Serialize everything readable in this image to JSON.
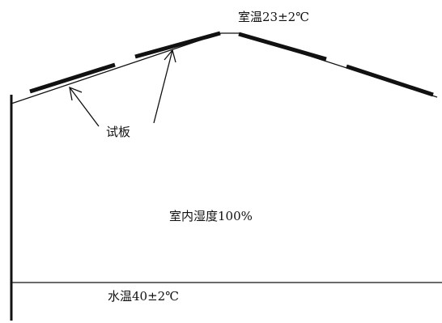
{
  "labels": {
    "room_temperature": "室温23±2℃",
    "test_panels": "试板",
    "indoor_humidity": "室内湿度100%",
    "water_temperature": "水温40±2℃"
  },
  "colors": {
    "line": "#111111",
    "background": "#ffffff"
  }
}
